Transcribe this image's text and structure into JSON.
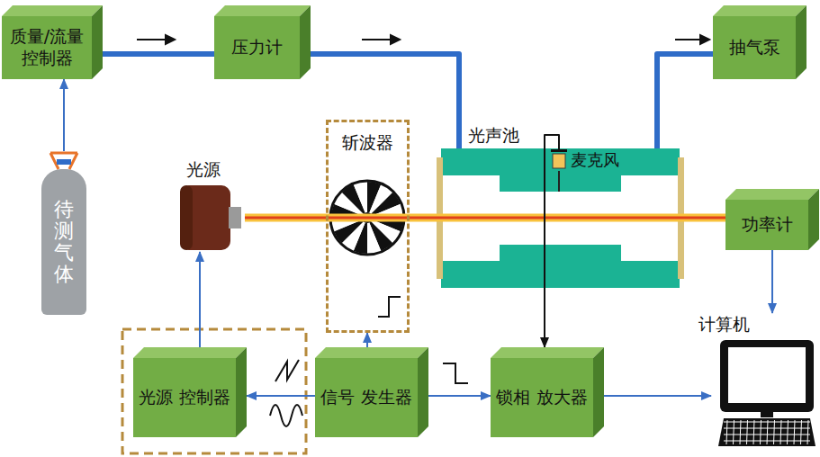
{
  "diagram": {
    "nodes": [
      {
        "text": [
          "质量/流量 控制器"
        ]
      },
      {
        "text": [
          "压力计"
        ]
      },
      {
        "text": [
          "抽气泵"
        ]
      },
      {
        "text": [
          "待测气体"
        ]
      },
      {
        "text": [
          "光源"
        ]
      },
      {
        "text": [
          "斩波器"
        ]
      },
      {
        "text": [
          "光声池"
        ]
      },
      {
        "text": [
          "麦克风"
        ],
        "in": 6
      },
      {
        "text": [
          "功率计"
        ]
      },
      {
        "text": [
          "光源 控制器"
        ]
      },
      {
        "text": [
          "信号 发生器"
        ]
      },
      {
        "text": [
          "锁相 放大器"
        ]
      },
      {
        "text": [
          "计算机"
        ]
      }
    ],
    "edges": [
      {
        "from": 3,
        "to": 0,
        "arrow": "to"
      },
      {
        "from": 0,
        "to": 1,
        "arrow": "none"
      },
      {
        "from": 1,
        "to": 6,
        "arrow": "none"
      },
      {
        "from": 6,
        "to": 2,
        "arrow": "none"
      },
      {
        "from": 4,
        "to": 8,
        "arrow": "none"
      },
      {
        "from": 10,
        "to": 9,
        "arrow": "to"
      },
      {
        "from": 10,
        "to": 5,
        "arrow": "to"
      },
      {
        "from": 10,
        "to": 11,
        "arrow": "to"
      },
      {
        "from": 9,
        "to": 4,
        "arrow": "to"
      },
      {
        "from": 7,
        "to": 11,
        "arrow": "to"
      },
      {
        "from": 11,
        "to": 12,
        "arrow": "to"
      },
      {
        "from": 8,
        "to": 12,
        "arrow": "to"
      }
    ]
  }
}
